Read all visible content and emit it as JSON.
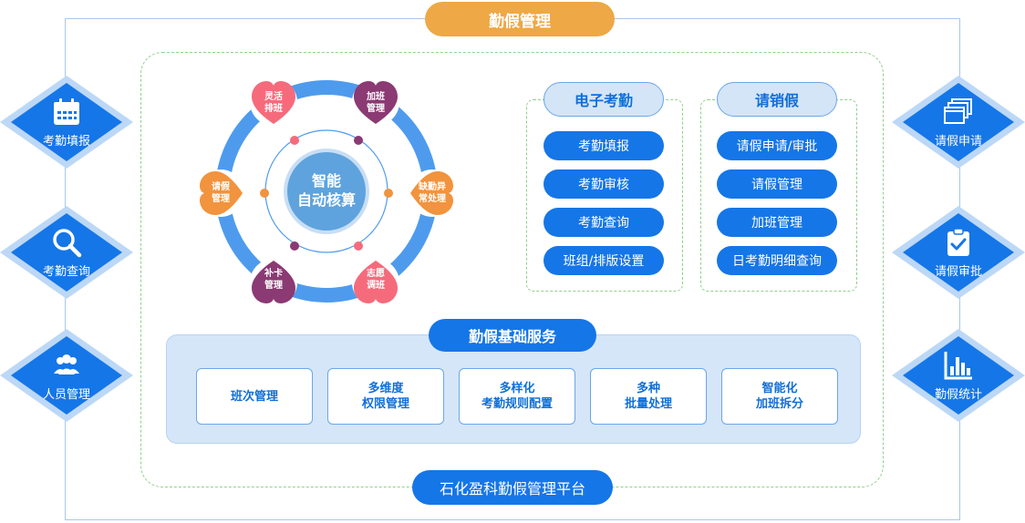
{
  "header": {
    "title": "勤假管理"
  },
  "footer": {
    "title": "石化盈科勤假管理平台"
  },
  "left_items": [
    {
      "label": "考勤填报",
      "icon": "calendar-icon"
    },
    {
      "label": "考勤查询",
      "icon": "search-icon"
    },
    {
      "label": "人员管理",
      "icon": "users-icon"
    }
  ],
  "right_items": [
    {
      "label": "请假申请",
      "icon": "windows-icon"
    },
    {
      "label": "请假审批",
      "icon": "clipboard-check-icon"
    },
    {
      "label": "勤假统计",
      "icon": "bar-chart-icon"
    }
  ],
  "ring": {
    "center": [
      "智能",
      "自动核算"
    ],
    "petals": [
      {
        "lines": [
          "灵活",
          "排班"
        ],
        "color": "#f56b7c"
      },
      {
        "lines": [
          "加班",
          "管理"
        ],
        "color": "#8b3a73"
      },
      {
        "lines": [
          "缺勤异",
          "常处理"
        ],
        "color": "#f2933e"
      },
      {
        "lines": [
          "志愿",
          "调班"
        ],
        "color": "#f56b7c"
      },
      {
        "lines": [
          "补卡",
          "管理"
        ],
        "color": "#8b3a73"
      },
      {
        "lines": [
          "请假",
          "管理"
        ],
        "color": "#f2933e"
      }
    ],
    "colors": {
      "ring": "#4e9bee",
      "center": "#5ea3dd"
    }
  },
  "columns": [
    {
      "title": "电子考勤",
      "items": [
        "考勤填报",
        "考勤审核",
        "考勤查询",
        "班组/排版设置"
      ]
    },
    {
      "title": "请销假",
      "items": [
        "请假申请/审批",
        "请假管理",
        "加班管理",
        "日考勤明细查询"
      ]
    }
  ],
  "base": {
    "title": "勤假基础服务",
    "services": [
      [
        "班次管理"
      ],
      [
        "多维度",
        "权限管理"
      ],
      [
        "多样化",
        "考勤规则配置"
      ],
      [
        "多种",
        "批量处理"
      ],
      [
        "智能化",
        "加班拆分"
      ]
    ]
  },
  "colors": {
    "primary": "#1576e8",
    "accent": "#eea846",
    "dashed": "#8fd18a"
  }
}
